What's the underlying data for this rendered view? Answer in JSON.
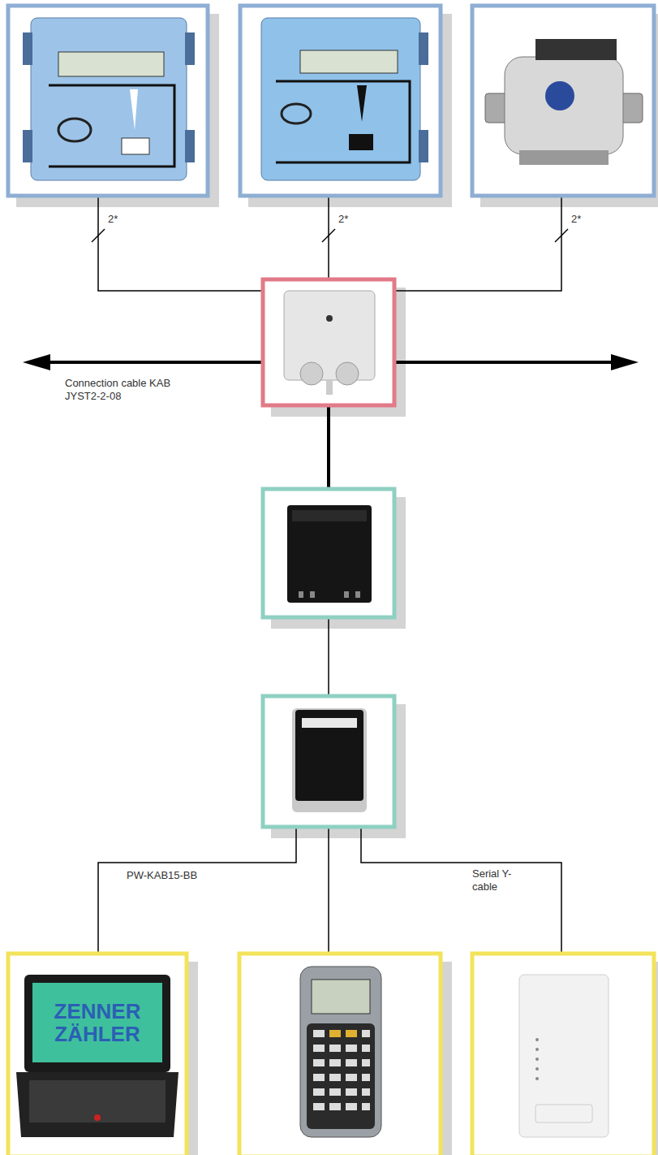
{
  "diagram": {
    "labels": [
      "2*",
      "2*",
      "2*",
      "Connection cable KAB JYST2-2-08",
      "PW-KAB15-BB",
      "Serial Y-cable",
      "ZENNER ZÄHLER"
    ]
  }
}
